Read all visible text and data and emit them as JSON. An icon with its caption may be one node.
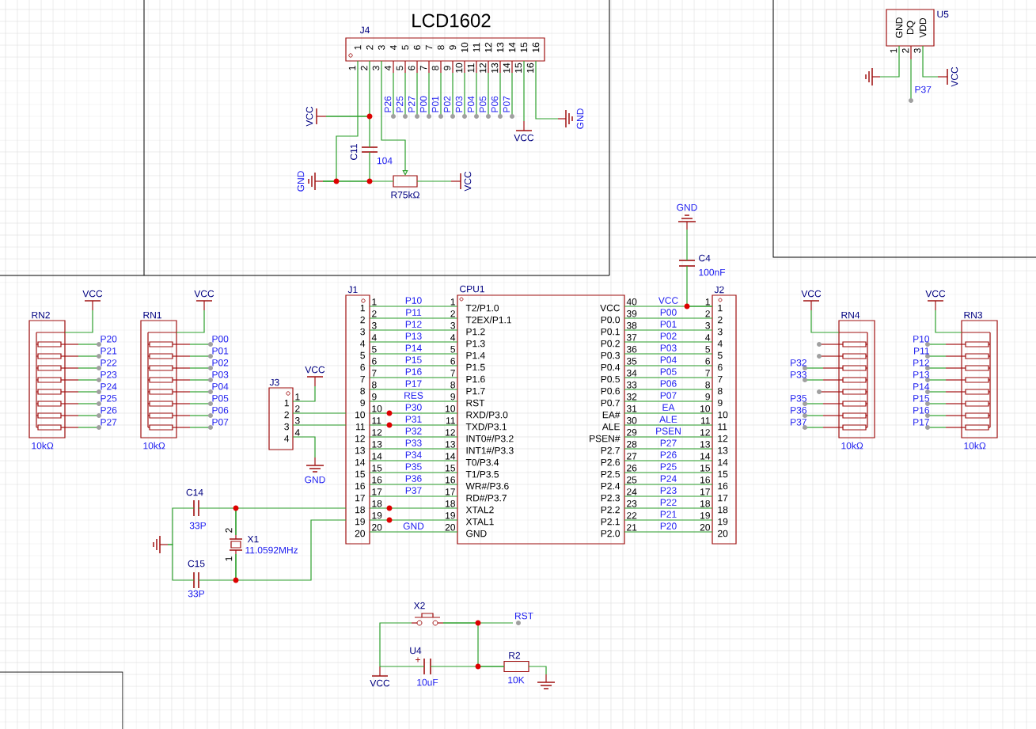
{
  "diagram": {
    "nodes": [
      {
        "text": [
          "J4",
          "1",
          "2",
          "3",
          "4",
          "5",
          "6",
          "7",
          "8",
          "9",
          "10",
          "11",
          "12",
          "13",
          "14",
          "15",
          "16"
        ],
        "beside": [
          "1",
          "2",
          "3",
          "4",
          "5",
          "6",
          "7",
          "8",
          "9",
          "10",
          "11",
          "12",
          "13",
          "14",
          "15",
          "16",
          "P26",
          "P25",
          "P27",
          "P00",
          "P01",
          "P02",
          "P03",
          "P04",
          "P05",
          "P06",
          "P07"
        ]
      },
      {
        "text": [
          "C11",
          "104"
        ]
      },
      {
        "text": [
          "R75kΩ"
        ]
      },
      {
        "text": [
          "U5",
          "GND",
          "DQ",
          "VDD"
        ],
        "beside": [
          "1",
          "2",
          "3"
        ]
      },
      {
        "text": [
          "C4",
          "100nF"
        ]
      },
      {
        "text": [
          "RN2",
          "10kΩ"
        ],
        "beside": [
          "P20",
          "P21",
          "P22",
          "P23",
          "P24",
          "P25",
          "P26",
          "P27"
        ]
      },
      {
        "text": [
          "RN1",
          "10kΩ"
        ],
        "beside": [
          "P00",
          "P01",
          "P02",
          "P03",
          "P04",
          "P05",
          "P06",
          "P07"
        ]
      },
      {
        "text": [
          "J3",
          "1",
          "2",
          "3",
          "4"
        ],
        "beside": [
          "1",
          "2",
          "3",
          "4"
        ]
      },
      {
        "text": [
          "J1",
          "1",
          "2",
          "3",
          "4",
          "5",
          "6",
          "7",
          "8",
          "9",
          "10",
          "11",
          "12",
          "13",
          "14",
          "15",
          "16",
          "17",
          "18",
          "19",
          "20"
        ],
        "beside": [
          "1",
          "2",
          "3",
          "4",
          "5",
          "6",
          "7",
          "8",
          "9",
          "10",
          "11",
          "12",
          "13",
          "14",
          "15",
          "16",
          "17",
          "18",
          "19",
          "20"
        ]
      },
      {
        "text": [
          "CPU1",
          "T2/P1.0",
          "T2EX/P1.1",
          "P1.2",
          "P1.3",
          "P1.4",
          "P1.5",
          "P1.6",
          "P1.7",
          "RST",
          "RXD/P3.0",
          "TXD/P3.1",
          "INT0#/P3.2",
          "INT1#/P3.3",
          "T0/P3.4",
          "T1/P3.5",
          "WR#/P3.6",
          "RD#/P3.7",
          "XTAL2",
          "XTAL1",
          "GND",
          "VCC",
          "P0.0",
          "P0.1",
          "P0.2",
          "P0.3",
          "P0.4",
          "P0.5",
          "P0.6",
          "P0.7",
          "EA#",
          "ALE",
          "PSEN#",
          "P2.7",
          "P2.6",
          "P2.5",
          "P2.4",
          "P2.3",
          "P2.2",
          "P2.1",
          "P2.0"
        ],
        "beside": [
          "1",
          "2",
          "3",
          "4",
          "5",
          "6",
          "7",
          "8",
          "9",
          "10",
          "11",
          "12",
          "13",
          "14",
          "15",
          "16",
          "17",
          "18",
          "19",
          "20",
          "40",
          "39",
          "38",
          "37",
          "36",
          "35",
          "34",
          "33",
          "32",
          "31",
          "30",
          "29",
          "28",
          "27",
          "26",
          "25",
          "24",
          "23",
          "22",
          "21"
        ]
      },
      {
        "text": [
          "J2",
          "1",
          "2",
          "3",
          "4",
          "5",
          "6",
          "7",
          "8",
          "9",
          "10",
          "11",
          "12",
          "13",
          "14",
          "15",
          "16",
          "17",
          "18",
          "19",
          "20"
        ],
        "beside": [
          "1",
          "2",
          "3",
          "4",
          "5",
          "6",
          "7",
          "8",
          "9",
          "10",
          "11",
          "12",
          "13",
          "14",
          "15",
          "16",
          "17",
          "18",
          "19",
          "20"
        ]
      },
      {
        "text": [
          "RN4",
          "10kΩ"
        ],
        "beside": [
          "P32",
          "P33",
          "P35",
          "P36",
          "P37"
        ]
      },
      {
        "text": [
          "RN3",
          "10kΩ"
        ],
        "beside": [
          "P10",
          "P11",
          "P12",
          "P13",
          "P14",
          "P15",
          "P16",
          "P17"
        ]
      },
      {
        "text": [
          "C14",
          "33P"
        ]
      },
      {
        "text": [
          "X1",
          "11.0592MHz",
          "2",
          "1"
        ]
      },
      {
        "text": [
          "C15",
          "33P"
        ]
      },
      {
        "text": [
          "X2"
        ]
      },
      {
        "text": [
          "U4",
          "+",
          "10uF"
        ]
      },
      {
        "text": [
          "R2",
          "10K"
        ]
      },
      {
        "text": [
          "VCC"
        ]
      },
      {
        "text": [
          "GND"
        ]
      },
      {
        "text": [
          "VCC"
        ]
      },
      {
        "text": [
          "VCC"
        ]
      },
      {
        "text": [
          "GND"
        ]
      },
      {
        "text": [],
        "shape": "ground"
      },
      {
        "text": [
          "VCC"
        ]
      },
      {
        "text": [
          "GND"
        ]
      },
      {
        "text": [
          "VCC"
        ]
      },
      {
        "text": [
          "VCC"
        ]
      },
      {
        "text": [
          "VCC"
        ]
      },
      {
        "text": [
          "GND"
        ]
      },
      {
        "text": [
          "VCC"
        ]
      },
      {
        "text": [
          "VCC"
        ]
      },
      {
        "text": [],
        "shape": "ground"
      },
      {
        "text": [
          "VCC"
        ]
      },
      {
        "text": [],
        "shape": "ground"
      },
      {
        "text": [
          "RST"
        ]
      }
    ],
    "edges": [
      {
        "from": 0,
        "to": 20,
        "arrow": "none"
      },
      {
        "from": 0,
        "to": 19,
        "arrow": "none"
      },
      {
        "from": 1,
        "to": 19,
        "arrow": "none"
      },
      {
        "from": 1,
        "to": 20,
        "arrow": "none"
      },
      {
        "from": 0,
        "to": 2,
        "arrow": "to"
      },
      {
        "from": 2,
        "to": 20,
        "arrow": "none"
      },
      {
        "from": 2,
        "to": 21,
        "arrow": "none"
      },
      {
        "from": 0,
        "to": 22,
        "arrow": "none"
      },
      {
        "from": 0,
        "to": 23,
        "arrow": "none"
      },
      {
        "from": 3,
        "to": 24,
        "arrow": "none"
      },
      {
        "from": 3,
        "to": 25,
        "arrow": "none"
      },
      {
        "from": 4,
        "to": 26,
        "arrow": "none"
      },
      {
        "from": 4,
        "to": 10,
        "arrow": "none"
      },
      {
        "from": 8,
        "to": 9,
        "arrow": "none",
        "label": "P10"
      },
      {
        "from": 8,
        "to": 9,
        "arrow": "none",
        "label": "P11"
      },
      {
        "from": 8,
        "to": 9,
        "arrow": "none",
        "label": "P12"
      },
      {
        "from": 8,
        "to": 9,
        "arrow": "none",
        "label": "P13"
      },
      {
        "from": 8,
        "to": 9,
        "arrow": "none",
        "label": "P14"
      },
      {
        "from": 8,
        "to": 9,
        "arrow": "none",
        "label": "P15"
      },
      {
        "from": 8,
        "to": 9,
        "arrow": "none",
        "label": "P16"
      },
      {
        "from": 8,
        "to": 9,
        "arrow": "none",
        "label": "P17"
      },
      {
        "from": 8,
        "to": 9,
        "arrow": "none",
        "label": "RES"
      },
      {
        "from": 8,
        "to": 9,
        "arrow": "none",
        "label": "P30"
      },
      {
        "from": 8,
        "to": 9,
        "arrow": "none",
        "label": "P31"
      },
      {
        "from": 8,
        "to": 9,
        "arrow": "none",
        "label": "P32"
      },
      {
        "from": 8,
        "to": 9,
        "arrow": "none",
        "label": "P33"
      },
      {
        "from": 8,
        "to": 9,
        "arrow": "none",
        "label": "P34"
      },
      {
        "from": 8,
        "to": 9,
        "arrow": "none",
        "label": "P35"
      },
      {
        "from": 8,
        "to": 9,
        "arrow": "none",
        "label": "P36"
      },
      {
        "from": 8,
        "to": 9,
        "arrow": "none",
        "label": "P37"
      },
      {
        "from": 8,
        "to": 9,
        "arrow": "none"
      },
      {
        "from": 8,
        "to": 9,
        "arrow": "none"
      },
      {
        "from": 8,
        "to": 9,
        "arrow": "none",
        "label": "GND"
      },
      {
        "from": 9,
        "to": 10,
        "arrow": "none",
        "label": "VCC"
      },
      {
        "from": 9,
        "to": 10,
        "arrow": "none",
        "label": "P00"
      },
      {
        "from": 9,
        "to": 10,
        "arrow": "none",
        "label": "P01"
      },
      {
        "from": 9,
        "to": 10,
        "arrow": "none",
        "label": "P02"
      },
      {
        "from": 9,
        "to": 10,
        "arrow": "none",
        "label": "P03"
      },
      {
        "from": 9,
        "to": 10,
        "arrow": "none",
        "label": "P04"
      },
      {
        "from": 9,
        "to": 10,
        "arrow": "none",
        "label": "P05"
      },
      {
        "from": 9,
        "to": 10,
        "arrow": "none",
        "label": "P06"
      },
      {
        "from": 9,
        "to": 10,
        "arrow": "none",
        "label": "P07"
      },
      {
        "from": 9,
        "to": 10,
        "arrow": "none",
        "label": "EA"
      },
      {
        "from": 9,
        "to": 10,
        "arrow": "none",
        "label": "ALE"
      },
      {
        "from": 9,
        "to": 10,
        "arrow": "none",
        "label": "PSEN"
      },
      {
        "from": 9,
        "to": 10,
        "arrow": "none",
        "label": "P27"
      },
      {
        "from": 9,
        "to": 10,
        "arrow": "none",
        "label": "P26"
      },
      {
        "from": 9,
        "to": 10,
        "arrow": "none",
        "label": "P25"
      },
      {
        "from": 9,
        "to": 10,
        "arrow": "none",
        "label": "P24"
      },
      {
        "from": 9,
        "to": 10,
        "arrow": "none",
        "label": "P23"
      },
      {
        "from": 9,
        "to": 10,
        "arrow": "none",
        "label": "P22"
      },
      {
        "from": 9,
        "to": 10,
        "arrow": "none",
        "label": "P21"
      },
      {
        "from": 9,
        "to": 10,
        "arrow": "none",
        "label": "P20"
      },
      {
        "from": 7,
        "to": 29,
        "arrow": "none"
      },
      {
        "from": 7,
        "to": 30,
        "arrow": "none"
      },
      {
        "from": 7,
        "to": 8,
        "arrow": "none"
      },
      {
        "from": 7,
        "to": 8,
        "arrow": "none"
      },
      {
        "from": 5,
        "to": 27,
        "arrow": "none"
      },
      {
        "from": 6,
        "to": 28,
        "arrow": "none"
      },
      {
        "from": 11,
        "to": 31,
        "arrow": "none"
      },
      {
        "from": 12,
        "to": 32,
        "arrow": "none"
      },
      {
        "from": 13,
        "to": 33,
        "arrow": "none"
      },
      {
        "from": 15,
        "to": 33,
        "arrow": "none"
      },
      {
        "from": 13,
        "to": 14,
        "arrow": "none"
      },
      {
        "from": 15,
        "to": 14,
        "arrow": "none"
      },
      {
        "from": 14,
        "to": 8,
        "arrow": "none"
      },
      {
        "from": 14,
        "to": 8,
        "arrow": "none"
      },
      {
        "from": 16,
        "to": 34,
        "arrow": "none"
      },
      {
        "from": 17,
        "to": 34,
        "arrow": "none"
      },
      {
        "from": 16,
        "to": 36,
        "arrow": "none"
      },
      {
        "from": 17,
        "to": 18,
        "arrow": "none"
      },
      {
        "from": 16,
        "to": 18,
        "arrow": "none"
      },
      {
        "from": 18,
        "to": 35,
        "arrow": "none"
      }
    ],
    "labels": [
      "LCD1602",
      "P37"
    ]
  }
}
